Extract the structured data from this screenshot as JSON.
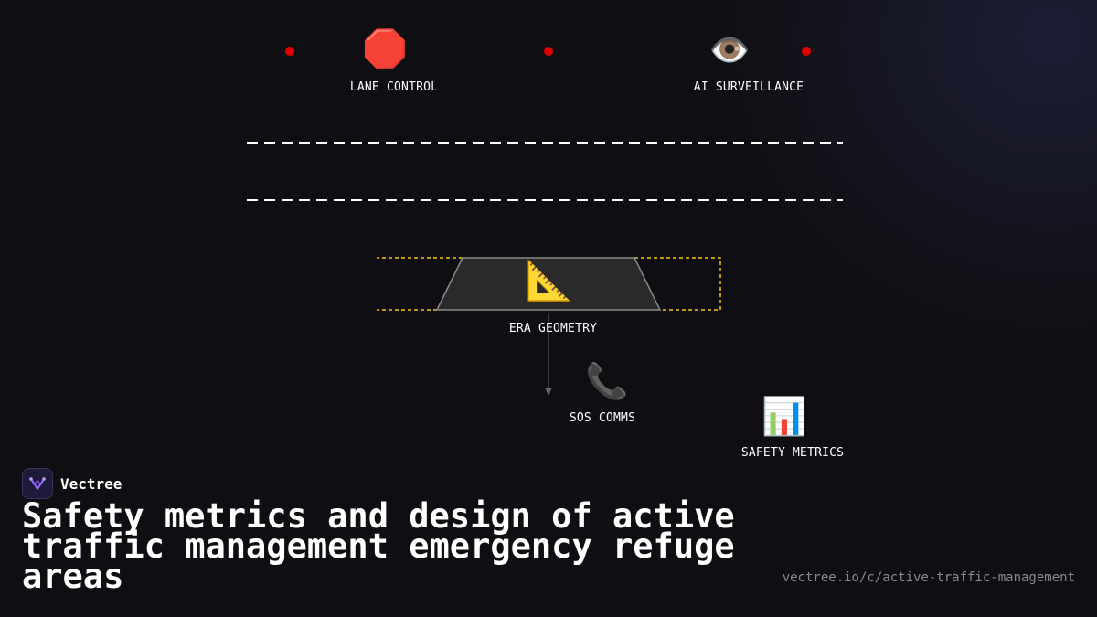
{
  "nodes": {
    "lane_control": {
      "label": "LANE CONTROL",
      "icon": "stop-sign-icon",
      "glyph": "🛑"
    },
    "ai_surveillance": {
      "label": "AI SURVEILLANCE",
      "icon": "eye-icon",
      "glyph": "👁️"
    },
    "era_geometry": {
      "label": "ERA GEOMETRY",
      "icon": "triangular-ruler-icon",
      "glyph": "📐"
    },
    "sos_comms": {
      "label": "SOS COMMS",
      "icon": "telephone-icon",
      "glyph": "📞"
    },
    "safety_metrics": {
      "label": "SAFETY METRICS",
      "icon": "bar-chart-icon",
      "glyph": "📊"
    }
  },
  "colors": {
    "background": "#0f0f13",
    "status_dot": "#e00000",
    "lane_markings": "#ffffff",
    "refuge_outline": "#f5c518",
    "refuge_fill": "#2a2a2a",
    "connector": "#666666",
    "url_text": "#8a8a8a"
  },
  "brand": {
    "name": "Vectree"
  },
  "title": "Safety metrics and design of active traffic management emergency refuge areas",
  "url": "vectree.io/c/active-traffic-management"
}
